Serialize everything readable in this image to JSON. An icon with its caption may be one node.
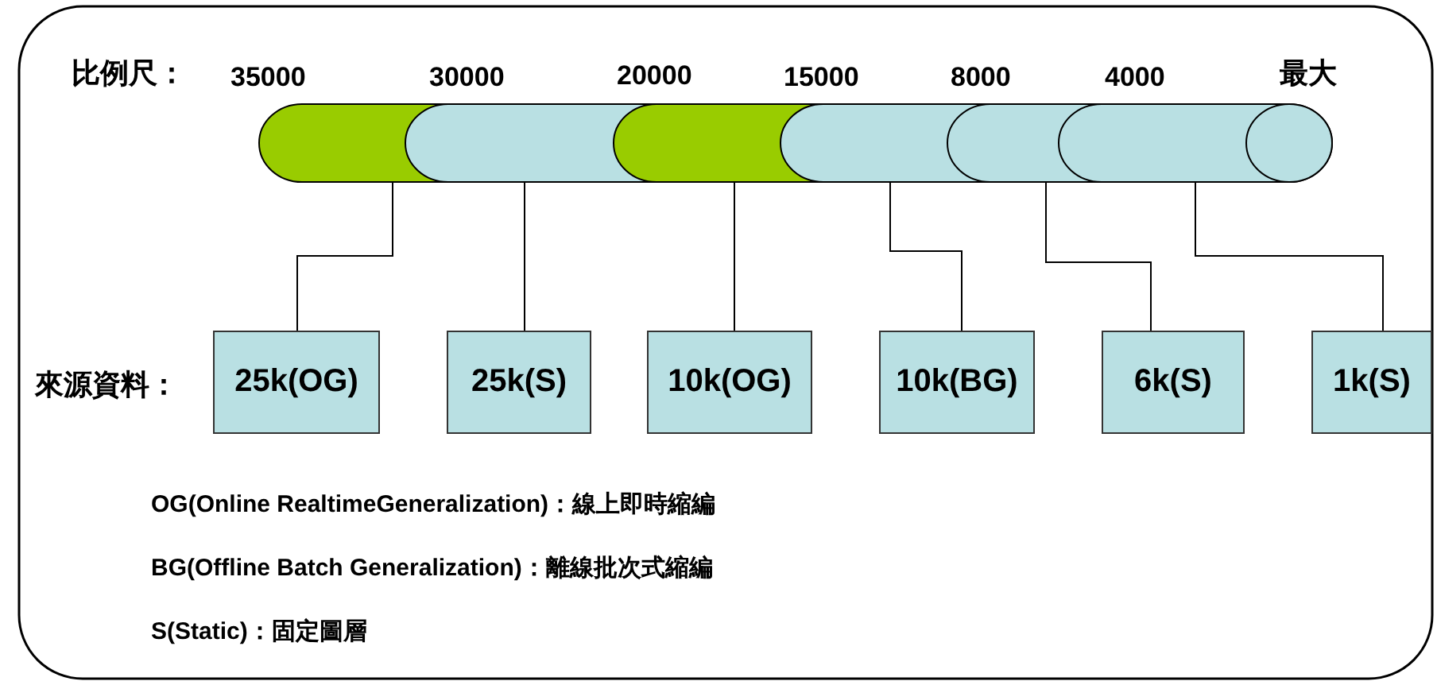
{
  "diagram": {
    "nodes": [
      {
        "text": [],
        "shape": "cylinder"
      },
      {
        "text": [],
        "shape": "cylinder"
      },
      {
        "text": [],
        "shape": "cylinder"
      },
      {
        "text": [],
        "shape": "cylinder"
      },
      {
        "text": [],
        "shape": "cylinder"
      },
      {
        "text": [],
        "shape": "cylinder"
      },
      {
        "text": [
          "25k(OG)"
        ]
      },
      {
        "text": [
          "25k(S)"
        ]
      },
      {
        "text": [
          "10k(OG)"
        ]
      },
      {
        "text": [
          "10k(BG)"
        ]
      },
      {
        "text": [
          "6k(S)"
        ]
      },
      {
        "text": [
          "1k(S)"
        ]
      }
    ],
    "edges": [
      {
        "from": 0,
        "to": 6,
        "arrow": "none"
      },
      {
        "from": 1,
        "to": 7,
        "arrow": "none"
      },
      {
        "from": 2,
        "to": 8,
        "arrow": "none"
      },
      {
        "from": 3,
        "to": 9,
        "arrow": "none"
      },
      {
        "from": 4,
        "to": 10,
        "arrow": "none"
      },
      {
        "from": 5,
        "to": 11,
        "arrow": "none"
      }
    ],
    "labels": [
      "比例尺：",
      "35000",
      "30000",
      "20000",
      "15000",
      "8000",
      "4000",
      "最大",
      "來源資料：",
      "OG(Online RealtimeGeneralization)：線上即時縮編",
      "BG(Offline Batch Generalization)：離線批次式縮編",
      "S(Static)：固定圖層"
    ]
  }
}
